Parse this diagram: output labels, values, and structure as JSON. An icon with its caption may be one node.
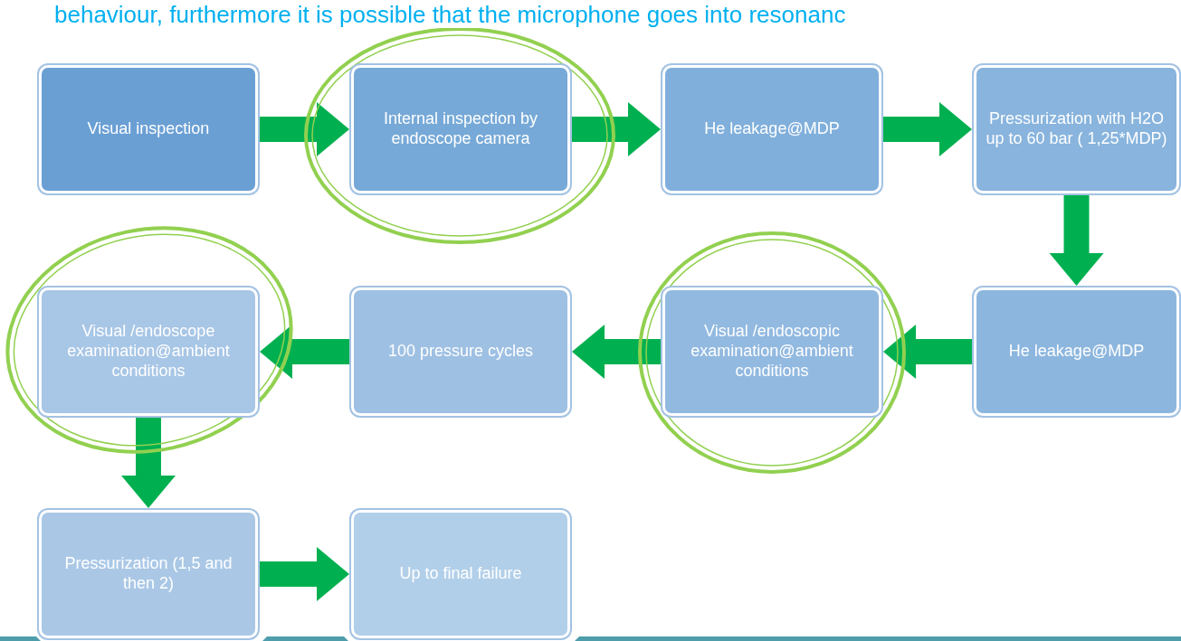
{
  "diagram": {
    "nodes": [
      {
        "text": [
          "Visual inspection"
        ]
      },
      {
        "text": [
          "Internal inspection by endoscope camera"
        ]
      },
      {
        "text": [
          "He leakage@MDP"
        ]
      },
      {
        "text": [
          "Pressurization with H2O up to 60 bar ( 1,25*MDP)"
        ]
      },
      {
        "text": [
          "Visual /endoscope examination@ambient conditions"
        ]
      },
      {
        "text": [
          "100 pressure cycles"
        ]
      },
      {
        "text": [
          "Visual /endoscopic examination@ambient conditions"
        ]
      },
      {
        "text": [
          "He leakage@MDP"
        ]
      },
      {
        "text": [
          "Pressurization  (1,5 and then 2)"
        ]
      },
      {
        "text": [
          "Up to final failure"
        ]
      }
    ],
    "edges": [
      {
        "from": 0,
        "to": 1,
        "arrow": "to"
      },
      {
        "from": 1,
        "to": 2,
        "arrow": "to"
      },
      {
        "from": 2,
        "to": 3,
        "arrow": "to"
      },
      {
        "from": 3,
        "to": 7,
        "arrow": "to"
      },
      {
        "from": 7,
        "to": 6,
        "arrow": "to"
      },
      {
        "from": 6,
        "to": 5,
        "arrow": "to"
      },
      {
        "from": 5,
        "to": 4,
        "arrow": "to"
      },
      {
        "from": 4,
        "to": 8,
        "arrow": "to"
      },
      {
        "from": 8,
        "to": 9,
        "arrow": "to"
      }
    ],
    "labels": [
      "behaviour, furthermore it is possible that the microphone goes into resonanc"
    ]
  }
}
